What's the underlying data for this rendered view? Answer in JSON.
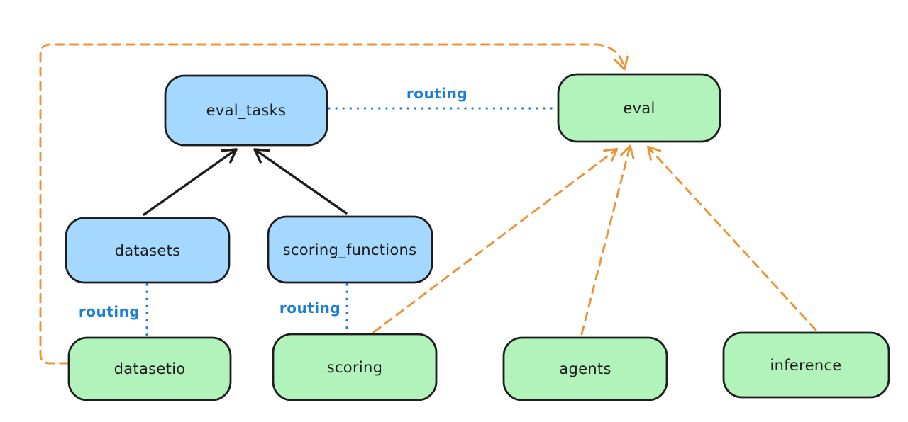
{
  "diagram": {
    "type": "architecture-diagram",
    "description": "Hand-drawn style routing diagram linking API boxes to provider boxes",
    "colors": {
      "background": "#ffffff",
      "blue_fill": "#a5d8ff",
      "green_fill": "#b2f2bb",
      "stroke_dark": "#1e1e1e",
      "routing_blue": "#1c7ed6",
      "orange": "#ec9434"
    },
    "nodes": [
      {
        "id": "eval_tasks",
        "label": "eval_tasks",
        "color": "blue"
      },
      {
        "id": "datasets",
        "label": "datasets",
        "color": "blue"
      },
      {
        "id": "scoring_functions",
        "label": "scoring_functions",
        "color": "blue"
      },
      {
        "id": "eval",
        "label": "eval",
        "color": "green"
      },
      {
        "id": "datasetio",
        "label": "datasetio",
        "color": "green"
      },
      {
        "id": "scoring",
        "label": "scoring",
        "color": "green"
      },
      {
        "id": "agents",
        "label": "agents",
        "color": "green"
      },
      {
        "id": "inference",
        "label": "inference",
        "color": "green"
      }
    ],
    "edges": [
      {
        "from": "datasets",
        "to": "eval_tasks",
        "style": "solid-arrow",
        "color": "dark",
        "label": ""
      },
      {
        "from": "scoring_functions",
        "to": "eval_tasks",
        "style": "solid-arrow",
        "color": "dark",
        "label": ""
      },
      {
        "from": "eval_tasks",
        "to": "eval",
        "style": "dotted",
        "color": "blue",
        "label": "routing"
      },
      {
        "from": "datasets",
        "to": "datasetio",
        "style": "dotted",
        "color": "blue",
        "label": "routing"
      },
      {
        "from": "scoring_functions",
        "to": "scoring",
        "style": "dotted",
        "color": "blue",
        "label": "routing"
      },
      {
        "from": "datasetio",
        "to": "eval",
        "style": "dashed-arrow",
        "color": "orange",
        "label": ""
      },
      {
        "from": "scoring",
        "to": "eval",
        "style": "dashed-arrow",
        "color": "orange",
        "label": ""
      },
      {
        "from": "agents",
        "to": "eval",
        "style": "dashed-arrow",
        "color": "orange",
        "label": ""
      },
      {
        "from": "inference",
        "to": "eval",
        "style": "dashed-arrow",
        "color": "orange",
        "label": ""
      }
    ]
  }
}
